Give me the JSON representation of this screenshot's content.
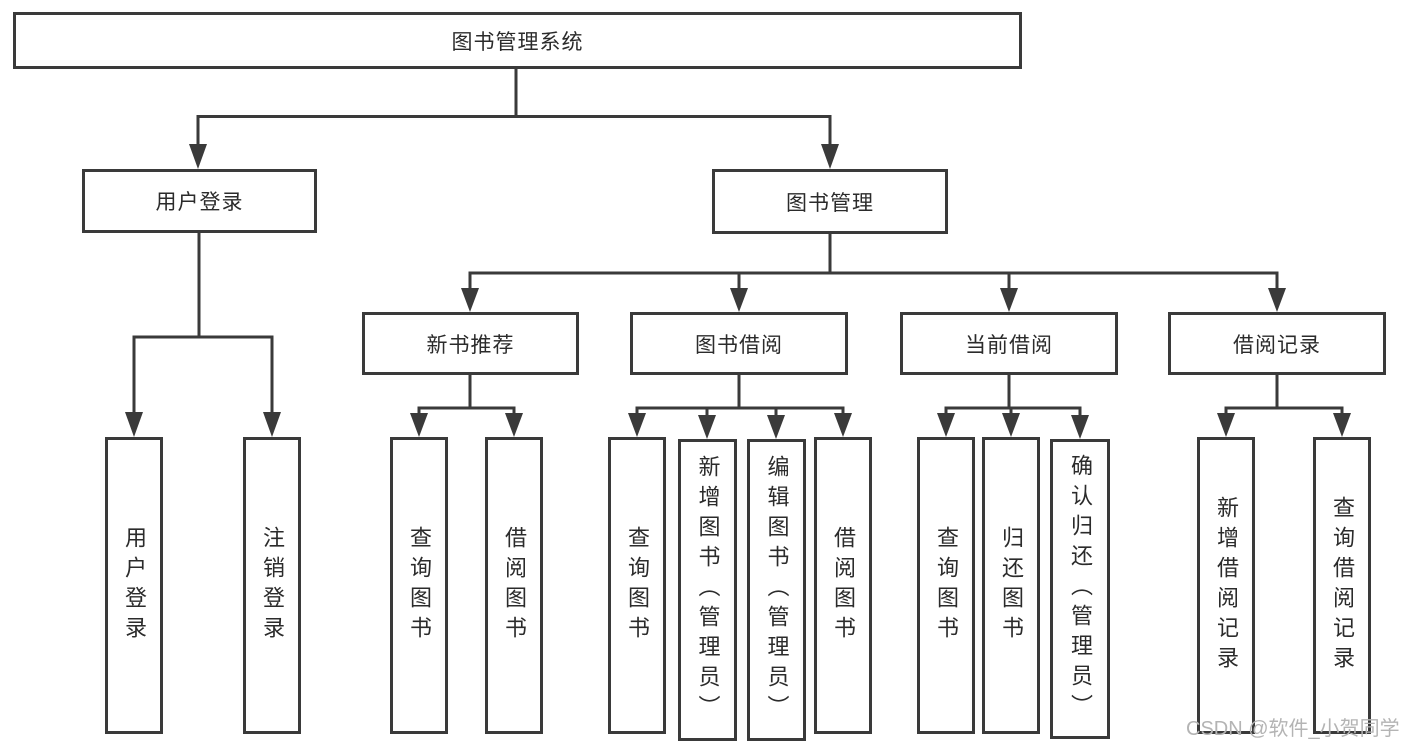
{
  "colors": {
    "line": "#3a3a3a",
    "box_border": "#3a3a3a",
    "text": "#2b2b2b",
    "background": "#ffffff",
    "watermark": "#b4b4b4"
  },
  "watermark": {
    "text": "CSDN @软件_小贺同学"
  },
  "tree": {
    "root": {
      "label": "图书管理系统"
    },
    "children": [
      {
        "label": "用户登录",
        "children": [
          {
            "label": "用户登录"
          },
          {
            "label": "注销登录"
          }
        ]
      },
      {
        "label": "图书管理",
        "children": [
          {
            "label": "新书推荐",
            "children": [
              {
                "label": "查询图书"
              },
              {
                "label": "借阅图书"
              }
            ]
          },
          {
            "label": "图书借阅",
            "children": [
              {
                "label": "查询图书"
              },
              {
                "label": "新增图书（管理员）"
              },
              {
                "label": "编辑图书（管理员）"
              },
              {
                "label": "借阅图书"
              }
            ]
          },
          {
            "label": "当前借阅",
            "children": [
              {
                "label": "查询图书"
              },
              {
                "label": "归还图书"
              },
              {
                "label": "确认归还（管理员）"
              }
            ]
          },
          {
            "label": "借阅记录",
            "children": [
              {
                "label": "新增借阅记录"
              },
              {
                "label": "查询借阅记录"
              }
            ]
          }
        ]
      }
    ]
  }
}
